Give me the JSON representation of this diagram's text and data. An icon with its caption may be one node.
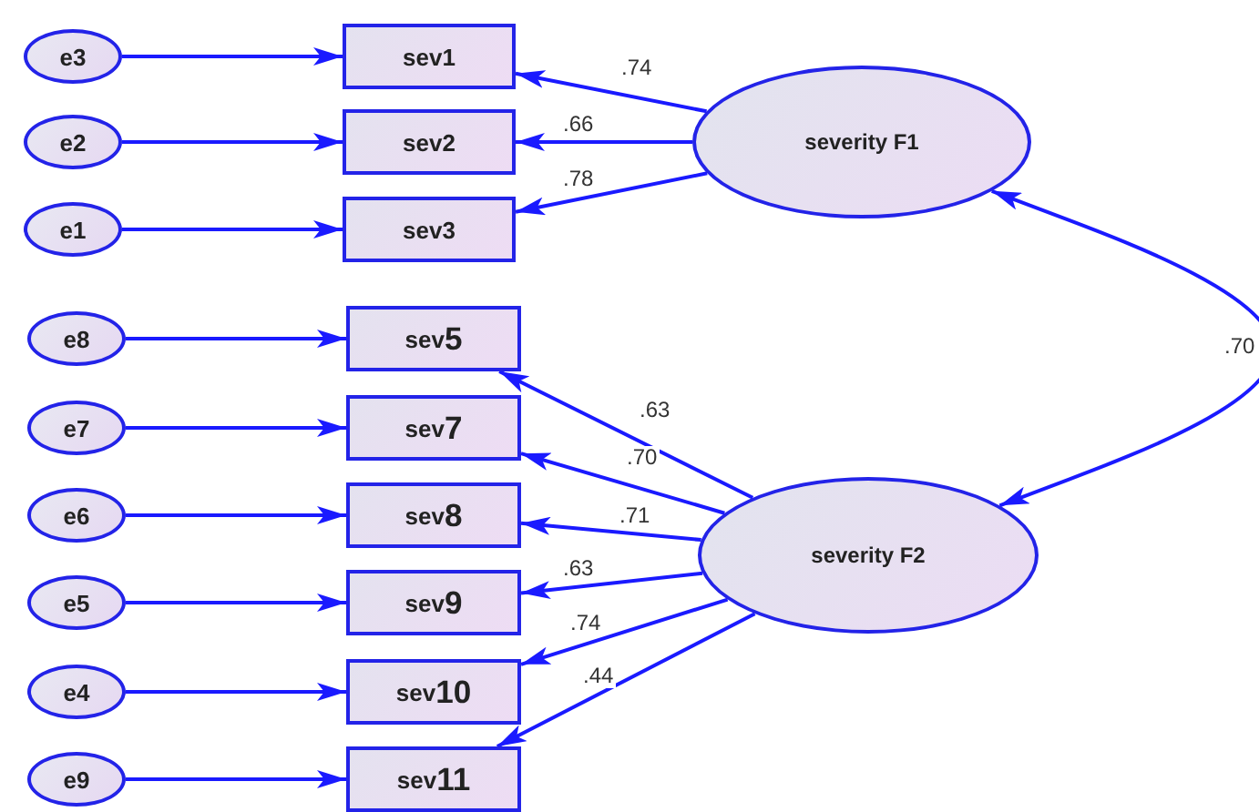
{
  "diagram": {
    "nodes": [
      {
        "text": [
          "e3"
        ]
      },
      {
        "text": [
          "e2"
        ]
      },
      {
        "text": [
          "e1"
        ]
      },
      {
        "text": [
          "sev1"
        ]
      },
      {
        "text": [
          "sev2"
        ]
      },
      {
        "text": [
          "sev3"
        ]
      },
      {
        "text": [
          "severity F1"
        ]
      },
      {
        "text": [
          "e8"
        ]
      },
      {
        "text": [
          "e7"
        ]
      },
      {
        "text": [
          "e6"
        ]
      },
      {
        "text": [
          "e5"
        ]
      },
      {
        "text": [
          "e4"
        ]
      },
      {
        "text": [
          "e9"
        ]
      },
      {
        "text": [
          "sev**5**"
        ]
      },
      {
        "text": [
          "sev**7**"
        ]
      },
      {
        "text": [
          "sev**8**"
        ]
      },
      {
        "text": [
          "sev**9**"
        ]
      },
      {
        "text": [
          "sev**10**"
        ]
      },
      {
        "text": [
          "sev**11**"
        ]
      },
      {
        "text": [
          "severity F2"
        ]
      }
    ],
    "edges": [
      {
        "from": 0,
        "to": 3,
        "arrow": "to"
      },
      {
        "from": 1,
        "to": 4,
        "arrow": "to"
      },
      {
        "from": 2,
        "to": 5,
        "arrow": "to"
      },
      {
        "from": 6,
        "to": 3,
        "arrow": "to",
        "label": ".74"
      },
      {
        "from": 6,
        "to": 4,
        "arrow": "to",
        "label": ".66"
      },
      {
        "from": 6,
        "to": 5,
        "arrow": "to",
        "label": ".78"
      },
      {
        "from": 6,
        "to": 19,
        "arrow": "both",
        "label": ".70"
      },
      {
        "from": 7,
        "to": 13,
        "arrow": "to"
      },
      {
        "from": 8,
        "to": 14,
        "arrow": "to"
      },
      {
        "from": 9,
        "to": 15,
        "arrow": "to"
      },
      {
        "from": 10,
        "to": 16,
        "arrow": "to"
      },
      {
        "from": 11,
        "to": 17,
        "arrow": "to"
      },
      {
        "from": 12,
        "to": 18,
        "arrow": "to"
      },
      {
        "from": 19,
        "to": 13,
        "arrow": "to",
        "label": ".63"
      },
      {
        "from": 19,
        "to": 14,
        "arrow": "to",
        "label": ".70"
      },
      {
        "from": 19,
        "to": 15,
        "arrow": "to",
        "label": ".71"
      },
      {
        "from": 19,
        "to": 16,
        "arrow": "to",
        "label": ".63"
      },
      {
        "from": 19,
        "to": 17,
        "arrow": "to",
        "label": ".74"
      },
      {
        "from": 19,
        "to": 18,
        "arrow": "to",
        "label": ".44"
      }
    ]
  }
}
